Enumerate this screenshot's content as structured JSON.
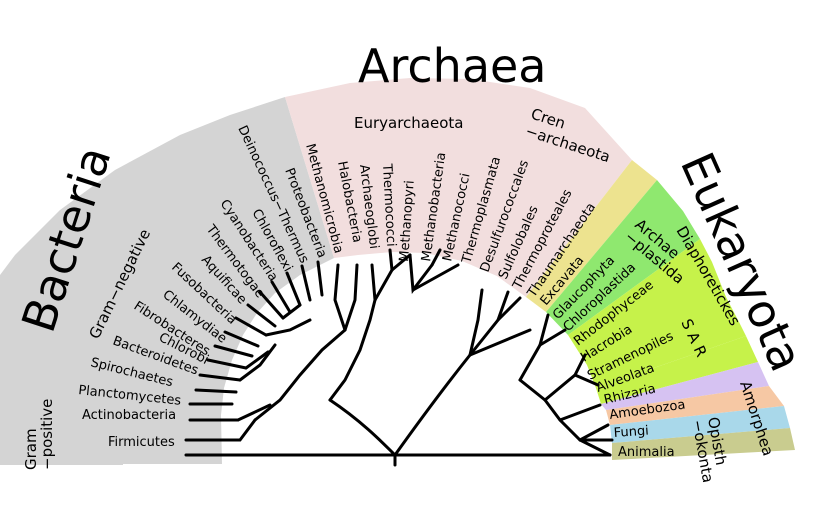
{
  "domains": {
    "bacteria": "Bacteria",
    "archaea": "Archaea",
    "eukaryota": "Eukaryota"
  },
  "groups": {
    "gram_negative": "Gram−negative",
    "gram_positive": "Gram\n−positive",
    "euryarchaeota": "Euryarchaeota",
    "crenarchaeota": "Cren\n−archaeota",
    "archaeplastida": "Archae\n−plastida",
    "diaphoretickes": "Diaphoretickes",
    "sar": "S A R",
    "amorphea": "Amorphea",
    "opisthokonta": "Opisth\n−okonta"
  },
  "taxa": {
    "bacteria": [
      "Firmicutes",
      "Actinobacteria",
      "Planctomycetes",
      "Spirochaetes",
      "Bacteroidetes",
      "Chlorobi",
      "Fibrobacteres",
      "Chlamydiae",
      "Fusobacteria",
      "Aquificae",
      "Thermotogae",
      "Cyanobacteria",
      "Chloroflexi",
      "Deinococcus−Thermus",
      "Proteobacteria"
    ],
    "archaea": [
      "Methanomicrobia",
      "Halobacteria",
      "Archaeoglobi",
      "Thermococci",
      "Methanopyri",
      "Methanobacteria",
      "Methanococci",
      "Thermoplasmata",
      "Desulfurococcales",
      "Sulfolobales",
      "Thermoproteales",
      "Thaumarchaeota"
    ],
    "eukaryota": [
      "Excavata",
      "Glaucophyta",
      "Chloroplastida",
      "Rhodophyceae",
      "Hacrobia",
      "Stramenopiles",
      "Alveolata",
      "Rhizaria",
      "Amoebozoa",
      "Fungi",
      "Animalia"
    ]
  },
  "colors": {
    "bacteria_band": "#d4d4d4",
    "archaea_band": "#f2dede",
    "excavata": "#ede38f",
    "archaeplastida": "#8fe86f",
    "hacrobia_sar": "#c6f24a",
    "rhizaria": "#d6c2f2",
    "amoebozoa": "#f6c8a4",
    "fungi": "#a9d8ea",
    "animalia": "#c9cc8f",
    "branches": "#000000"
  }
}
